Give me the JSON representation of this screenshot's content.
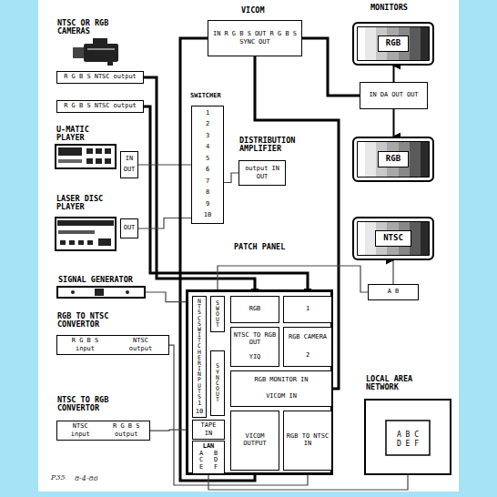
{
  "diagram": {
    "nodes": [
      {
        "text": [
          "NTSC OR RGB CAMERAS",
          "R G B S",
          "NTSC",
          "output"
        ]
      },
      {
        "text": [
          "R G B S",
          "NTSC",
          "output"
        ]
      },
      {
        "text": [
          "VICOM",
          "IN",
          "R G B S",
          "OUT",
          "R G B S",
          "SYNC",
          "OUT"
        ]
      },
      {
        "text": [
          "MONITORS",
          "RGB"
        ]
      },
      {
        "text": [
          "IN",
          "DA",
          "OUT",
          "OUT"
        ]
      },
      {
        "text": [
          "SWITCHER",
          "1",
          "2",
          "3",
          "4",
          "5",
          "6",
          "7",
          "8",
          "9",
          "10"
        ]
      },
      {
        "text": [
          "U-MATIC PLAYER"
        ]
      },
      {
        "text": [
          "IN",
          "OUT"
        ]
      },
      {
        "text": [
          "DISTRIBUTION AMPLIFIER",
          "output",
          "IN",
          "OUT"
        ]
      },
      {
        "text": [
          "LASER DISC PLAYER"
        ]
      },
      {
        "text": [
          "OUT"
        ]
      },
      {
        "text": [
          "RGB"
        ]
      },
      {
        "text": [
          "NTSC"
        ]
      },
      {
        "text": [
          "SIGNAL GENERATOR"
        ]
      },
      {
        "text": [
          "A",
          "B"
        ]
      },
      {
        "text": [
          "PATCH PANEL"
        ]
      },
      {
        "text": [
          "NTSC SWITCHER INPUTS",
          "1",
          "10"
        ],
        "in": 15
      },
      {
        "text": [
          "SW OUT"
        ],
        "in": 15
      },
      {
        "text": [
          "RGB"
        ],
        "in": 15
      },
      {
        "text": [
          "1"
        ],
        "in": 15
      },
      {
        "text": [
          "NTSC TO RGB OUT",
          "YIQ"
        ],
        "in": 15
      },
      {
        "text": [
          "RGB CAMERA",
          "2"
        ],
        "in": 15
      },
      {
        "text": [
          "TAPE",
          "IN"
        ],
        "in": 15
      },
      {
        "text": [
          "SYNC OUT"
        ],
        "in": 15
      },
      {
        "text": [
          "RGB MONITOR IN",
          "VICOM IN"
        ],
        "in": 15
      },
      {
        "text": [
          "LAN",
          "A",
          "B",
          "C",
          "D",
          "E",
          "F"
        ],
        "in": 15
      },
      {
        "text": [
          "VICOM OUTPUT"
        ],
        "in": 15
      },
      {
        "text": [
          "RGB TO NTSC IN"
        ],
        "in": 15
      },
      {
        "text": [
          "RGB TO NTSC CONVERTOR",
          "R G B S",
          "NTSC",
          "input",
          "output"
        ]
      },
      {
        "text": [
          "LOCAL AREA NETWORK",
          "A B C",
          "D E F"
        ]
      },
      {
        "text": [
          "NTSC TO RGB CONVERTOR",
          "NTSC",
          "R G B S",
          "input",
          "output"
        ]
      }
    ],
    "edges": [
      {
        "from": 0,
        "to": 18,
        "arrow": "to"
      },
      {
        "from": 1,
        "to": 19,
        "arrow": "to"
      },
      {
        "from": 7,
        "to": 5,
        "arrow": "none"
      },
      {
        "from": 10,
        "to": 5,
        "arrow": "none"
      },
      {
        "from": 5,
        "to": 8,
        "arrow": "none"
      },
      {
        "from": 2,
        "to": 4,
        "arrow": "none"
      },
      {
        "from": 4,
        "to": 3,
        "arrow": "to"
      },
      {
        "from": 4,
        "to": 11,
        "arrow": "to"
      },
      {
        "from": 24,
        "to": 2,
        "arrow": "none"
      },
      {
        "from": 2,
        "to": 26,
        "arrow": "none"
      },
      {
        "from": 27,
        "to": 28,
        "arrow": "none"
      },
      {
        "from": 30,
        "to": 22,
        "arrow": "none"
      },
      {
        "from": 13,
        "to": 16,
        "arrow": "none"
      },
      {
        "from": 25,
        "to": 29,
        "arrow": "none"
      },
      {
        "from": 14,
        "to": 12,
        "arrow": "to"
      },
      {
        "from": 17,
        "to": 14,
        "arrow": "none"
      }
    ],
    "labels": [
      "P35",
      "8-4-86"
    ]
  }
}
